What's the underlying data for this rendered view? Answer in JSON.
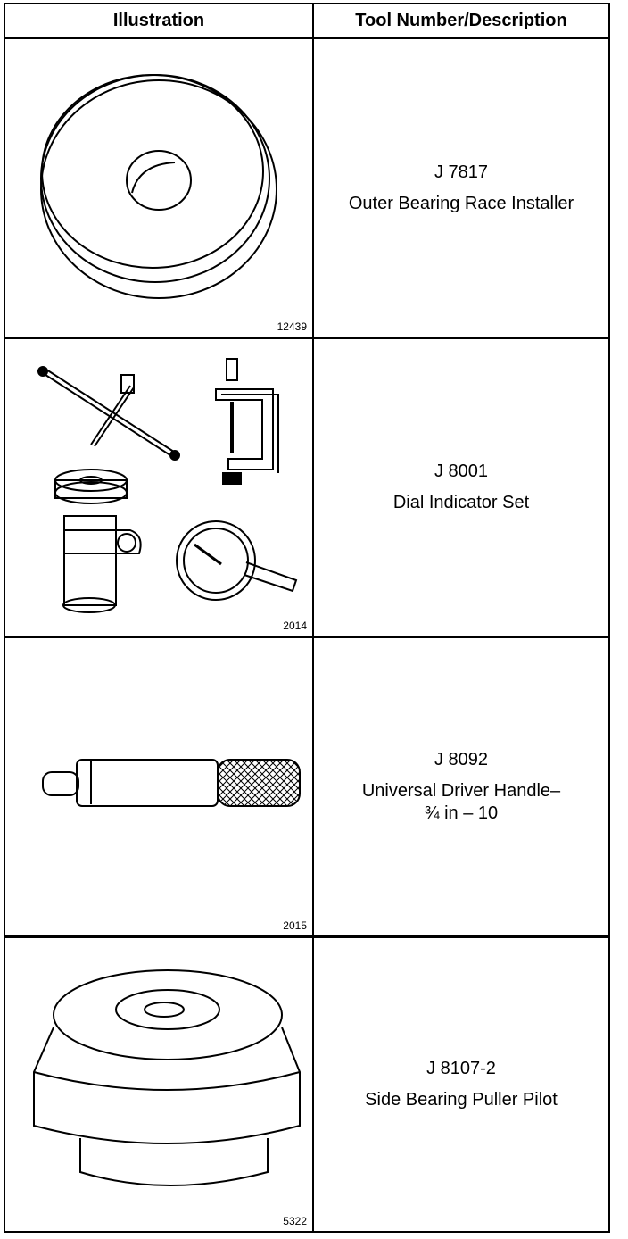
{
  "header": {
    "illustration": "Illustration",
    "tool": "Tool Number/Description"
  },
  "rows": [
    {
      "figure": "12439",
      "tool_number": "J 7817",
      "description": "Outer Bearing Race Installer",
      "icon": "race-installer-icon"
    },
    {
      "figure": "2014",
      "tool_number": "J 8001",
      "description": "Dial Indicator Set",
      "icon": "dial-indicator-set-icon"
    },
    {
      "figure": "2015",
      "tool_number": "J 8092",
      "description": "Universal Driver Handle– ¾ in – 10",
      "icon": "driver-handle-icon"
    },
    {
      "figure": "5322",
      "tool_number": "J 8107-2",
      "description": "Side Bearing Puller Pilot",
      "icon": "puller-pilot-icon"
    }
  ]
}
